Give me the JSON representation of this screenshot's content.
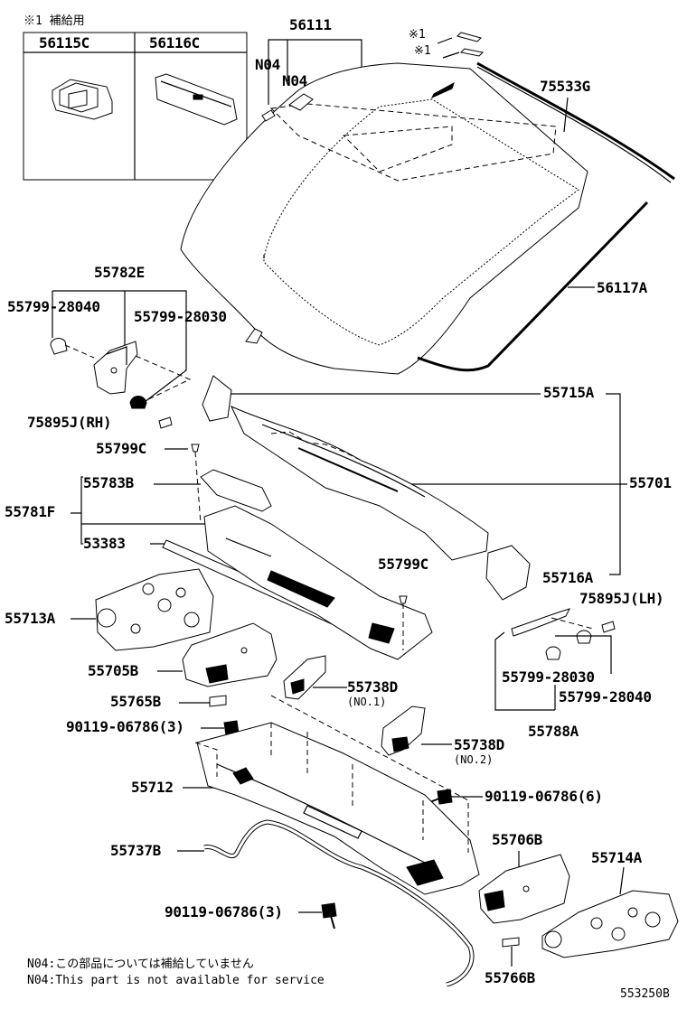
{
  "header": {
    "supply_note": "※1 補給用",
    "box_col1": "56115C",
    "box_col2": "56116C"
  },
  "labels": {
    "p56111": "56111",
    "ast1a": "※1",
    "ast1b": "※1",
    "n04a": "N04",
    "n04b": "N04",
    "p75533g": "75533G",
    "p56117a": "56117A",
    "p55782e": "55782E",
    "p55799_28040_l": "55799-28040",
    "p55799_28030_l": "55799-28030",
    "p75895j_rh": "75895J(RH)",
    "p55715a": "55715A",
    "p55799c_top": "55799C",
    "p55783b": "55783B",
    "p55701": "55701",
    "p55781f": "55781F",
    "p53383": "53383",
    "p55799c_mid": "55799C",
    "p55716a": "55716A",
    "p75895j_lh": "75895J(LH)",
    "p55713a": "55713A",
    "p55705b": "55705B",
    "p55738d_1": "55738D",
    "no1": "(NO.1)",
    "p55799_28030_r": "55799-28030",
    "p55799_28040_r": "55799-28040",
    "p55765b": "55765B",
    "p55788a": "55788A",
    "p90119_3a": "90119-06786(3)",
    "p55738d_2": "55738D",
    "no2": "(NO.2)",
    "p55712": "55712",
    "p90119_6": "90119-06786(6)",
    "p55706b": "55706B",
    "p55714a": "55714A",
    "p55737b": "55737B",
    "p90119_3b": "90119-06786(3)",
    "p55766b": "55766B"
  },
  "footer": {
    "note_jp": "N04:この部品については補給していません",
    "note_en": "N04:This part is not available for service",
    "diagram_code": "553250B"
  }
}
